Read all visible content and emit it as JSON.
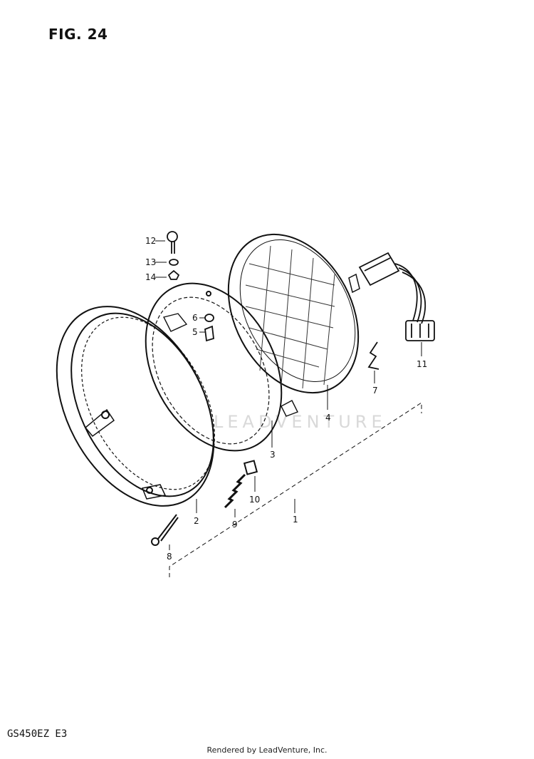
{
  "figure": {
    "title": "FIG. 24",
    "model": "GS450EZ  E3",
    "credit": "Rendered by LeadVenture, Inc.",
    "watermark": "LEADVENTURE"
  },
  "callouts": [
    {
      "id": "c1",
      "label": "1"
    },
    {
      "id": "c2",
      "label": "2"
    },
    {
      "id": "c3",
      "label": "3"
    },
    {
      "id": "c4",
      "label": "4"
    },
    {
      "id": "c5",
      "label": "5"
    },
    {
      "id": "c6",
      "label": "6"
    },
    {
      "id": "c7",
      "label": "7"
    },
    {
      "id": "c8",
      "label": "8"
    },
    {
      "id": "c9",
      "label": "9"
    },
    {
      "id": "c10",
      "label": "10"
    },
    {
      "id": "c11",
      "label": "11"
    },
    {
      "id": "c12",
      "label": "12"
    },
    {
      "id": "c13",
      "label": "13"
    },
    {
      "id": "c14",
      "label": "14"
    }
  ]
}
